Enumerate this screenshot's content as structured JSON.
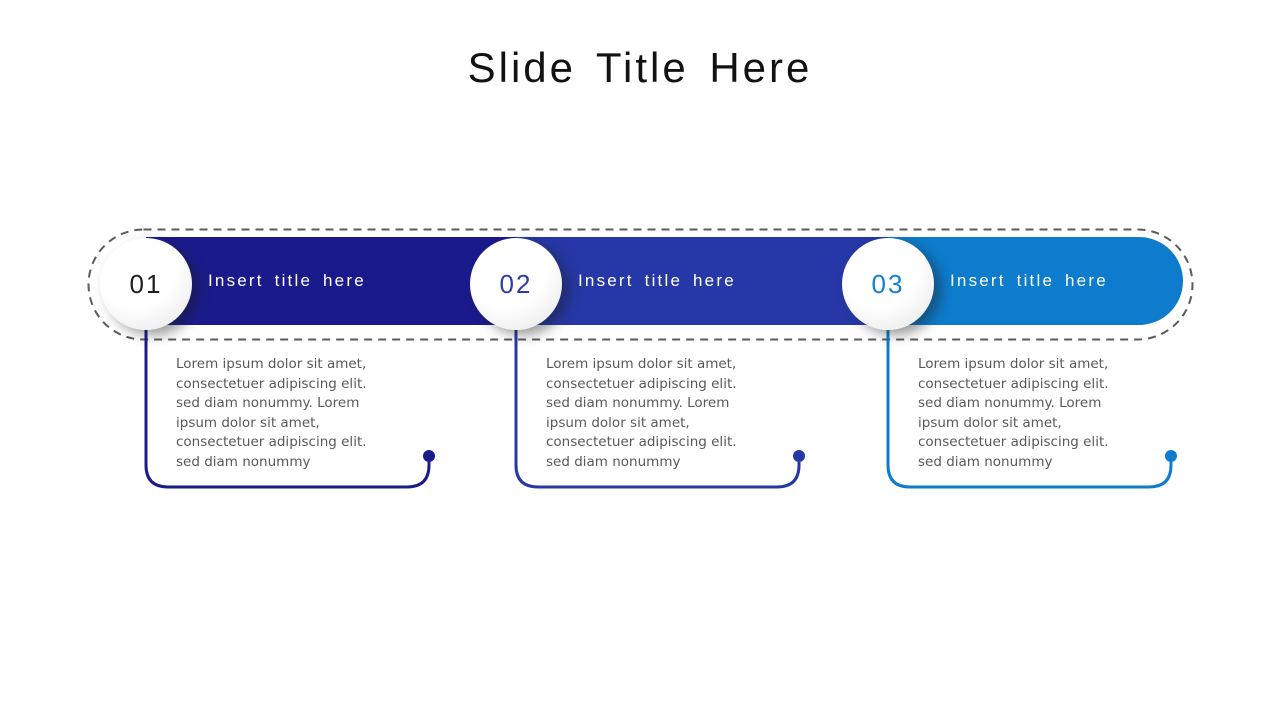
{
  "slide": {
    "title": "Slide Title Here",
    "title_color": "#121212",
    "background_color": "#ffffff",
    "outline_dash_color": "#5b5b5b",
    "bar_title_text_color": "#ffffff",
    "description_text_color": "#595959",
    "steps": [
      {
        "number": "01",
        "number_color": "#1f1f1f",
        "color": "#1a1a8d",
        "connector_color": "#1b1b8a",
        "bar_title": "Insert title here",
        "description": "Lorem ipsum dolor sit amet,\nconsectetuer adipiscing elit.\nsed diam nonummy. Lorem\nipsum dolor sit amet,\nconsectetuer adipiscing elit.\nsed diam nonummy"
      },
      {
        "number": "02",
        "number_color": "#2a3da9",
        "color": "#2638a7",
        "connector_color": "#2539a6",
        "bar_title": "Insert title here",
        "description": "Lorem ipsum dolor sit amet,\nconsectetuer adipiscing elit.\nsed diam nonummy. Lorem\nipsum dolor sit amet,\nconsectetuer adipiscing elit.\nsed diam nonummy"
      },
      {
        "number": "03",
        "number_color": "#137fd1",
        "color": "#0d7ccd",
        "connector_color": "#0e7ccd",
        "bar_title": "Insert title here",
        "description": "Lorem ipsum dolor sit amet,\nconsectetuer adipiscing elit.\nsed diam nonummy. Lorem\nipsum dolor sit amet,\nconsectetuer adipiscing elit.\nsed diam nonummy"
      }
    ]
  }
}
